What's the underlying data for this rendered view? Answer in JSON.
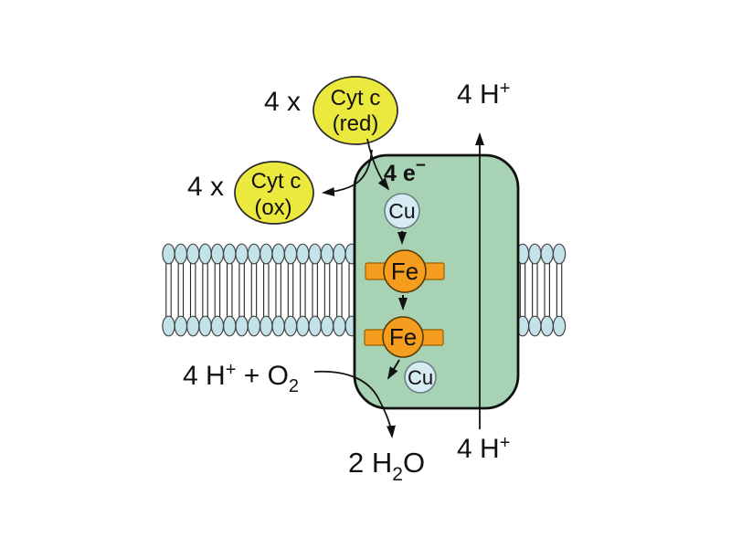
{
  "colors": {
    "complex_fill": "#a7d3b4",
    "complex_stroke": "#111111",
    "lipid_head_fill": "#c4e3e9",
    "metal_fe_fill": "#f59d1f",
    "cu_fill": "#d6ebf2",
    "cytc_fill": "#ece93e",
    "line": "#111111"
  },
  "labels": {
    "stoich_cytc_red": "4 x",
    "stoich_cytc_ox": "4 x",
    "cytc_red": {
      "line1": "Cyt c",
      "line2": "(red)"
    },
    "cytc_ox": {
      "line1": "Cyt c",
      "line2": "(ox)"
    },
    "electrons": {
      "base": "4 e",
      "sup": "−"
    },
    "protons_top": {
      "base": "4 H",
      "sup": "+"
    },
    "protons_bottom": {
      "base": "4 H",
      "sup": "+"
    },
    "cu_upper": "Cu",
    "cu_lower": "Cu",
    "fe_upper": "Fe",
    "fe_lower": "Fe",
    "substrate": {
      "base": "4 H",
      "sup": "+",
      "mid": " + O",
      "sub": "2"
    },
    "product": {
      "base": "2 H",
      "sub": "2",
      "end": "O"
    }
  }
}
